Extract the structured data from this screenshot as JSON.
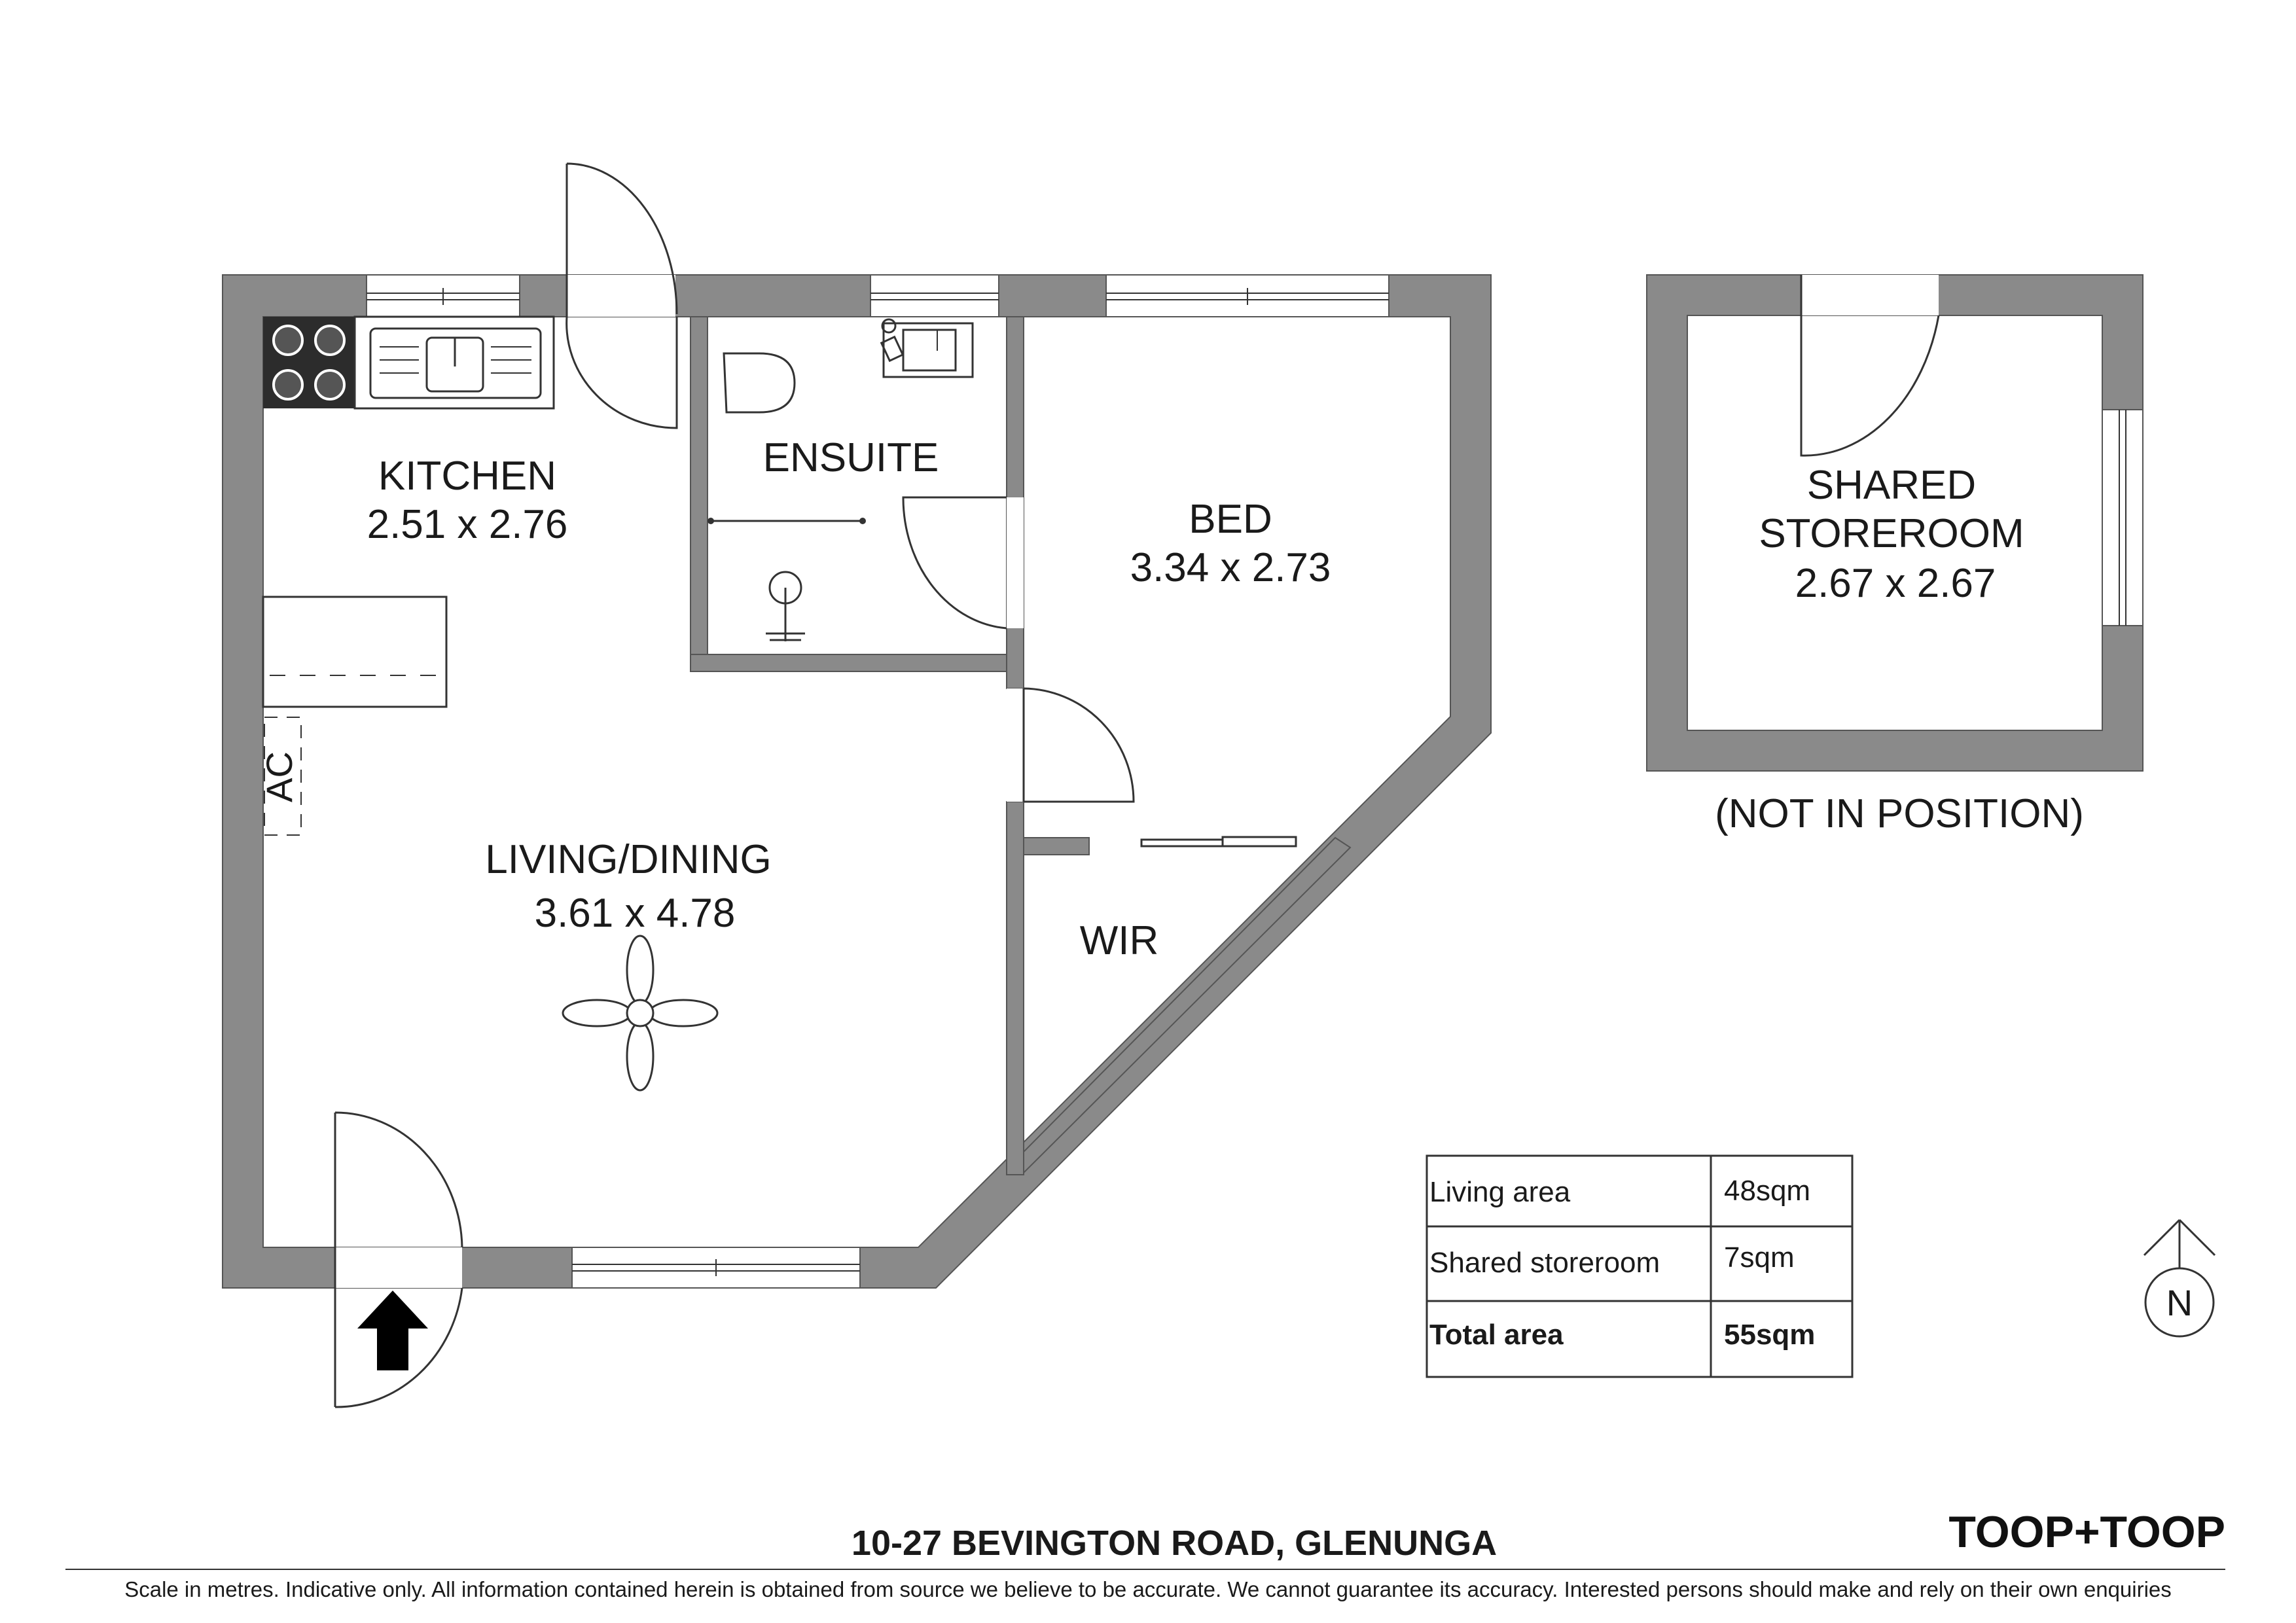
{
  "rooms": {
    "kitchen": {
      "name": "KITCHEN",
      "dims": "2.51 x 2.76"
    },
    "ensuite": {
      "name": "ENSUITE"
    },
    "bed": {
      "name": "BED",
      "dims": "3.34 x 2.73"
    },
    "living": {
      "name": "LIVING/DINING",
      "dims": "3.61 x 4.78"
    },
    "wir": {
      "name": "WIR"
    },
    "storeroom": {
      "name_line1": "SHARED",
      "name_line2": "STOREROOM",
      "dims": "2.67 x 2.67",
      "note": "(NOT IN POSITION)"
    }
  },
  "fixtures": {
    "ac_label": "AC"
  },
  "compass": {
    "label": "N"
  },
  "area_table": {
    "rows": [
      {
        "label": "Living area",
        "value": "48sqm"
      },
      {
        "label": "Shared storeroom",
        "value": "7sqm"
      },
      {
        "label": "Total area",
        "value": "55sqm"
      }
    ]
  },
  "footer": {
    "address": "10-27 BEVINGTON ROAD, GLENUNGA",
    "brand": "TOOP+TOOP",
    "disclaimer": "Scale in metres. Indicative only. All information contained herein is obtained from source we believe to be accurate. We cannot guarantee its accuracy. Interested persons should make and rely on their own enquiries"
  },
  "colors": {
    "wall": "#8a8a8a",
    "ink": "#1a1a1a"
  }
}
